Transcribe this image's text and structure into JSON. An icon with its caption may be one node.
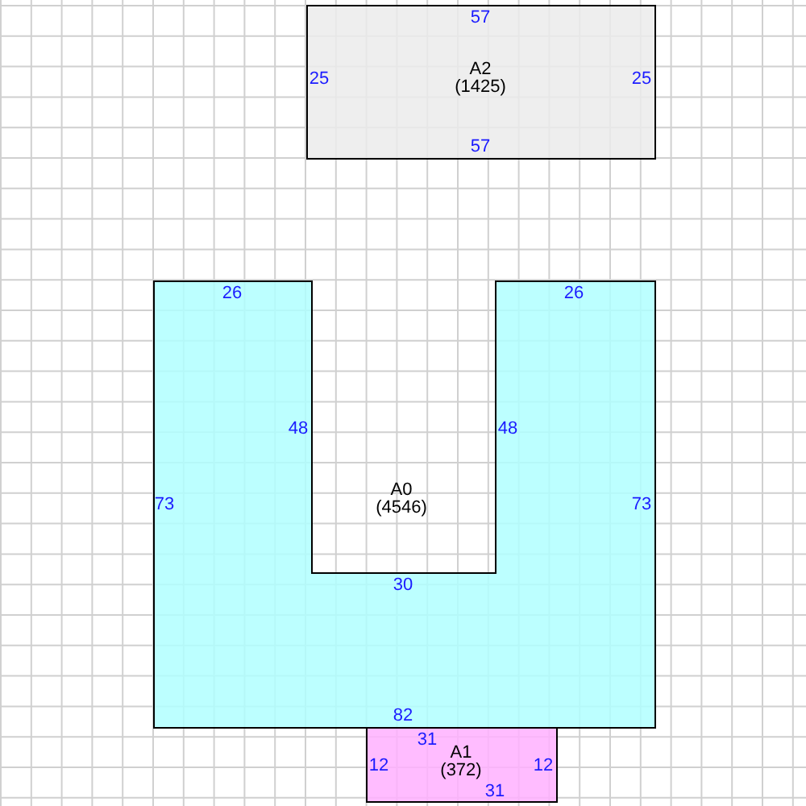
{
  "diagram": {
    "nodes": [
      {
        "text": [
          "57",
          "25",
          "A2",
          "(1425)",
          "25",
          "57"
        ]
      },
      {
        "text": [
          "26",
          "26",
          "48",
          "48",
          "73",
          "A0",
          "(4546)",
          "73",
          "30",
          "82"
        ]
      },
      {
        "text": [
          "31",
          "12",
          "A1",
          "(372)",
          "12",
          "31"
        ]
      }
    ]
  }
}
